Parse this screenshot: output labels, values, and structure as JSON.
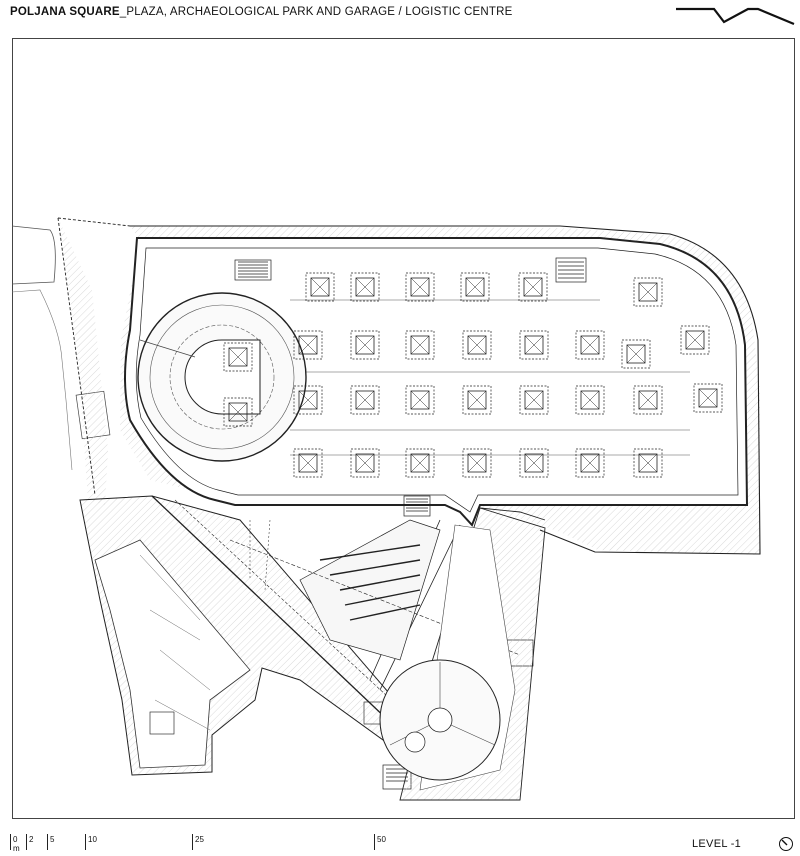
{
  "header": {
    "title_bold": "POLJANA SQUARE",
    "title_rest": "_PLAZA, ARCHAEOLOGICAL PARK AND GARAGE / LOGISTIC CENTRE"
  },
  "scale_bar": {
    "unit": "m",
    "ticks": [
      "0",
      "2",
      "5",
      "10",
      "25",
      "50"
    ]
  },
  "footer": {
    "level_label": "LEVEL -1"
  },
  "icons": {
    "logo": "zigzag-logo-icon",
    "north": "north-arrow-icon"
  },
  "colors": {
    "line": "#222222",
    "hatch": "#bbbbbb",
    "fill": "#f2f2f2"
  }
}
